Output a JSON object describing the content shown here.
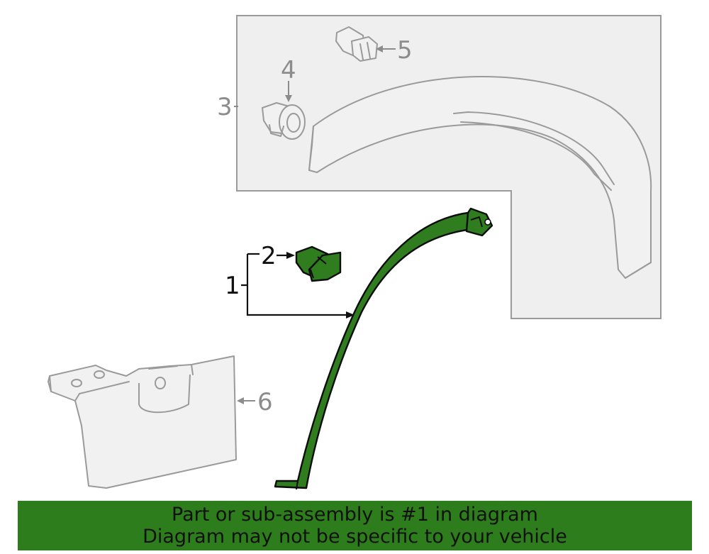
{
  "callouts": {
    "c1": "1",
    "c2": "2",
    "c3": "3",
    "c4": "4",
    "c5": "5",
    "c6": "6"
  },
  "banner": {
    "line1": "Part or sub-assembly is #1 in diagram",
    "line2": "Diagram may not be specific to your vehicle"
  },
  "colors": {
    "highlight": "#2e7d1c",
    "ghost_outline": "#9a9a9a",
    "ghost_fill": "#f1f1f1"
  }
}
